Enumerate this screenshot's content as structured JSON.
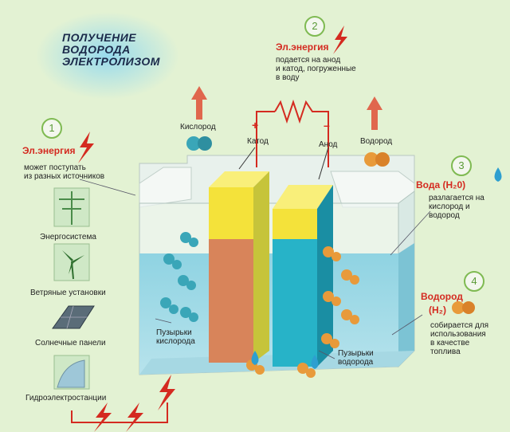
{
  "title": {
    "line1": "ПОЛУЧЕНИЕ",
    "line2": "ВОДОРОДА",
    "line3": "ЭЛЕКТРОЛИЗОМ"
  },
  "steps": [
    {
      "number": "1",
      "title": "Эл.энергия",
      "text": [
        "может поступать",
        "из разных источников"
      ]
    },
    {
      "number": "2",
      "title": "Эл.энергия",
      "text": [
        "подается на анод",
        "и катод, погруженные",
        "в воду"
      ]
    },
    {
      "number": "3",
      "title": "Вода (H₂0)",
      "text": [
        "разлагается на",
        "кислород и",
        "водород"
      ]
    },
    {
      "number": "4",
      "title": "Водород",
      "formula": "(H₂)",
      "text": [
        "собирается для",
        "использования",
        "в качестве",
        "топлива"
      ]
    }
  ],
  "sources": [
    "Энергосистема",
    "Ветряные установки",
    "Солнечные панели",
    "Гидроэлектростанции"
  ],
  "labels": {
    "oxygen": "Кислород",
    "hydrogen": "Водород",
    "cathode": "Катод",
    "anode": "Анод",
    "plus": "+",
    "minus": "–",
    "oxygen_bubbles": [
      "Пузырьки",
      "кислорода"
    ],
    "hydrogen_bubbles": [
      "Пузырьки",
      "водорода"
    ]
  },
  "colors": {
    "background": "#e3f2d3",
    "accent_red": "#d42a20",
    "water": "#8fd0e0",
    "oxygen": "#3aa6b8",
    "hydrogen": "#e89a3a"
  }
}
